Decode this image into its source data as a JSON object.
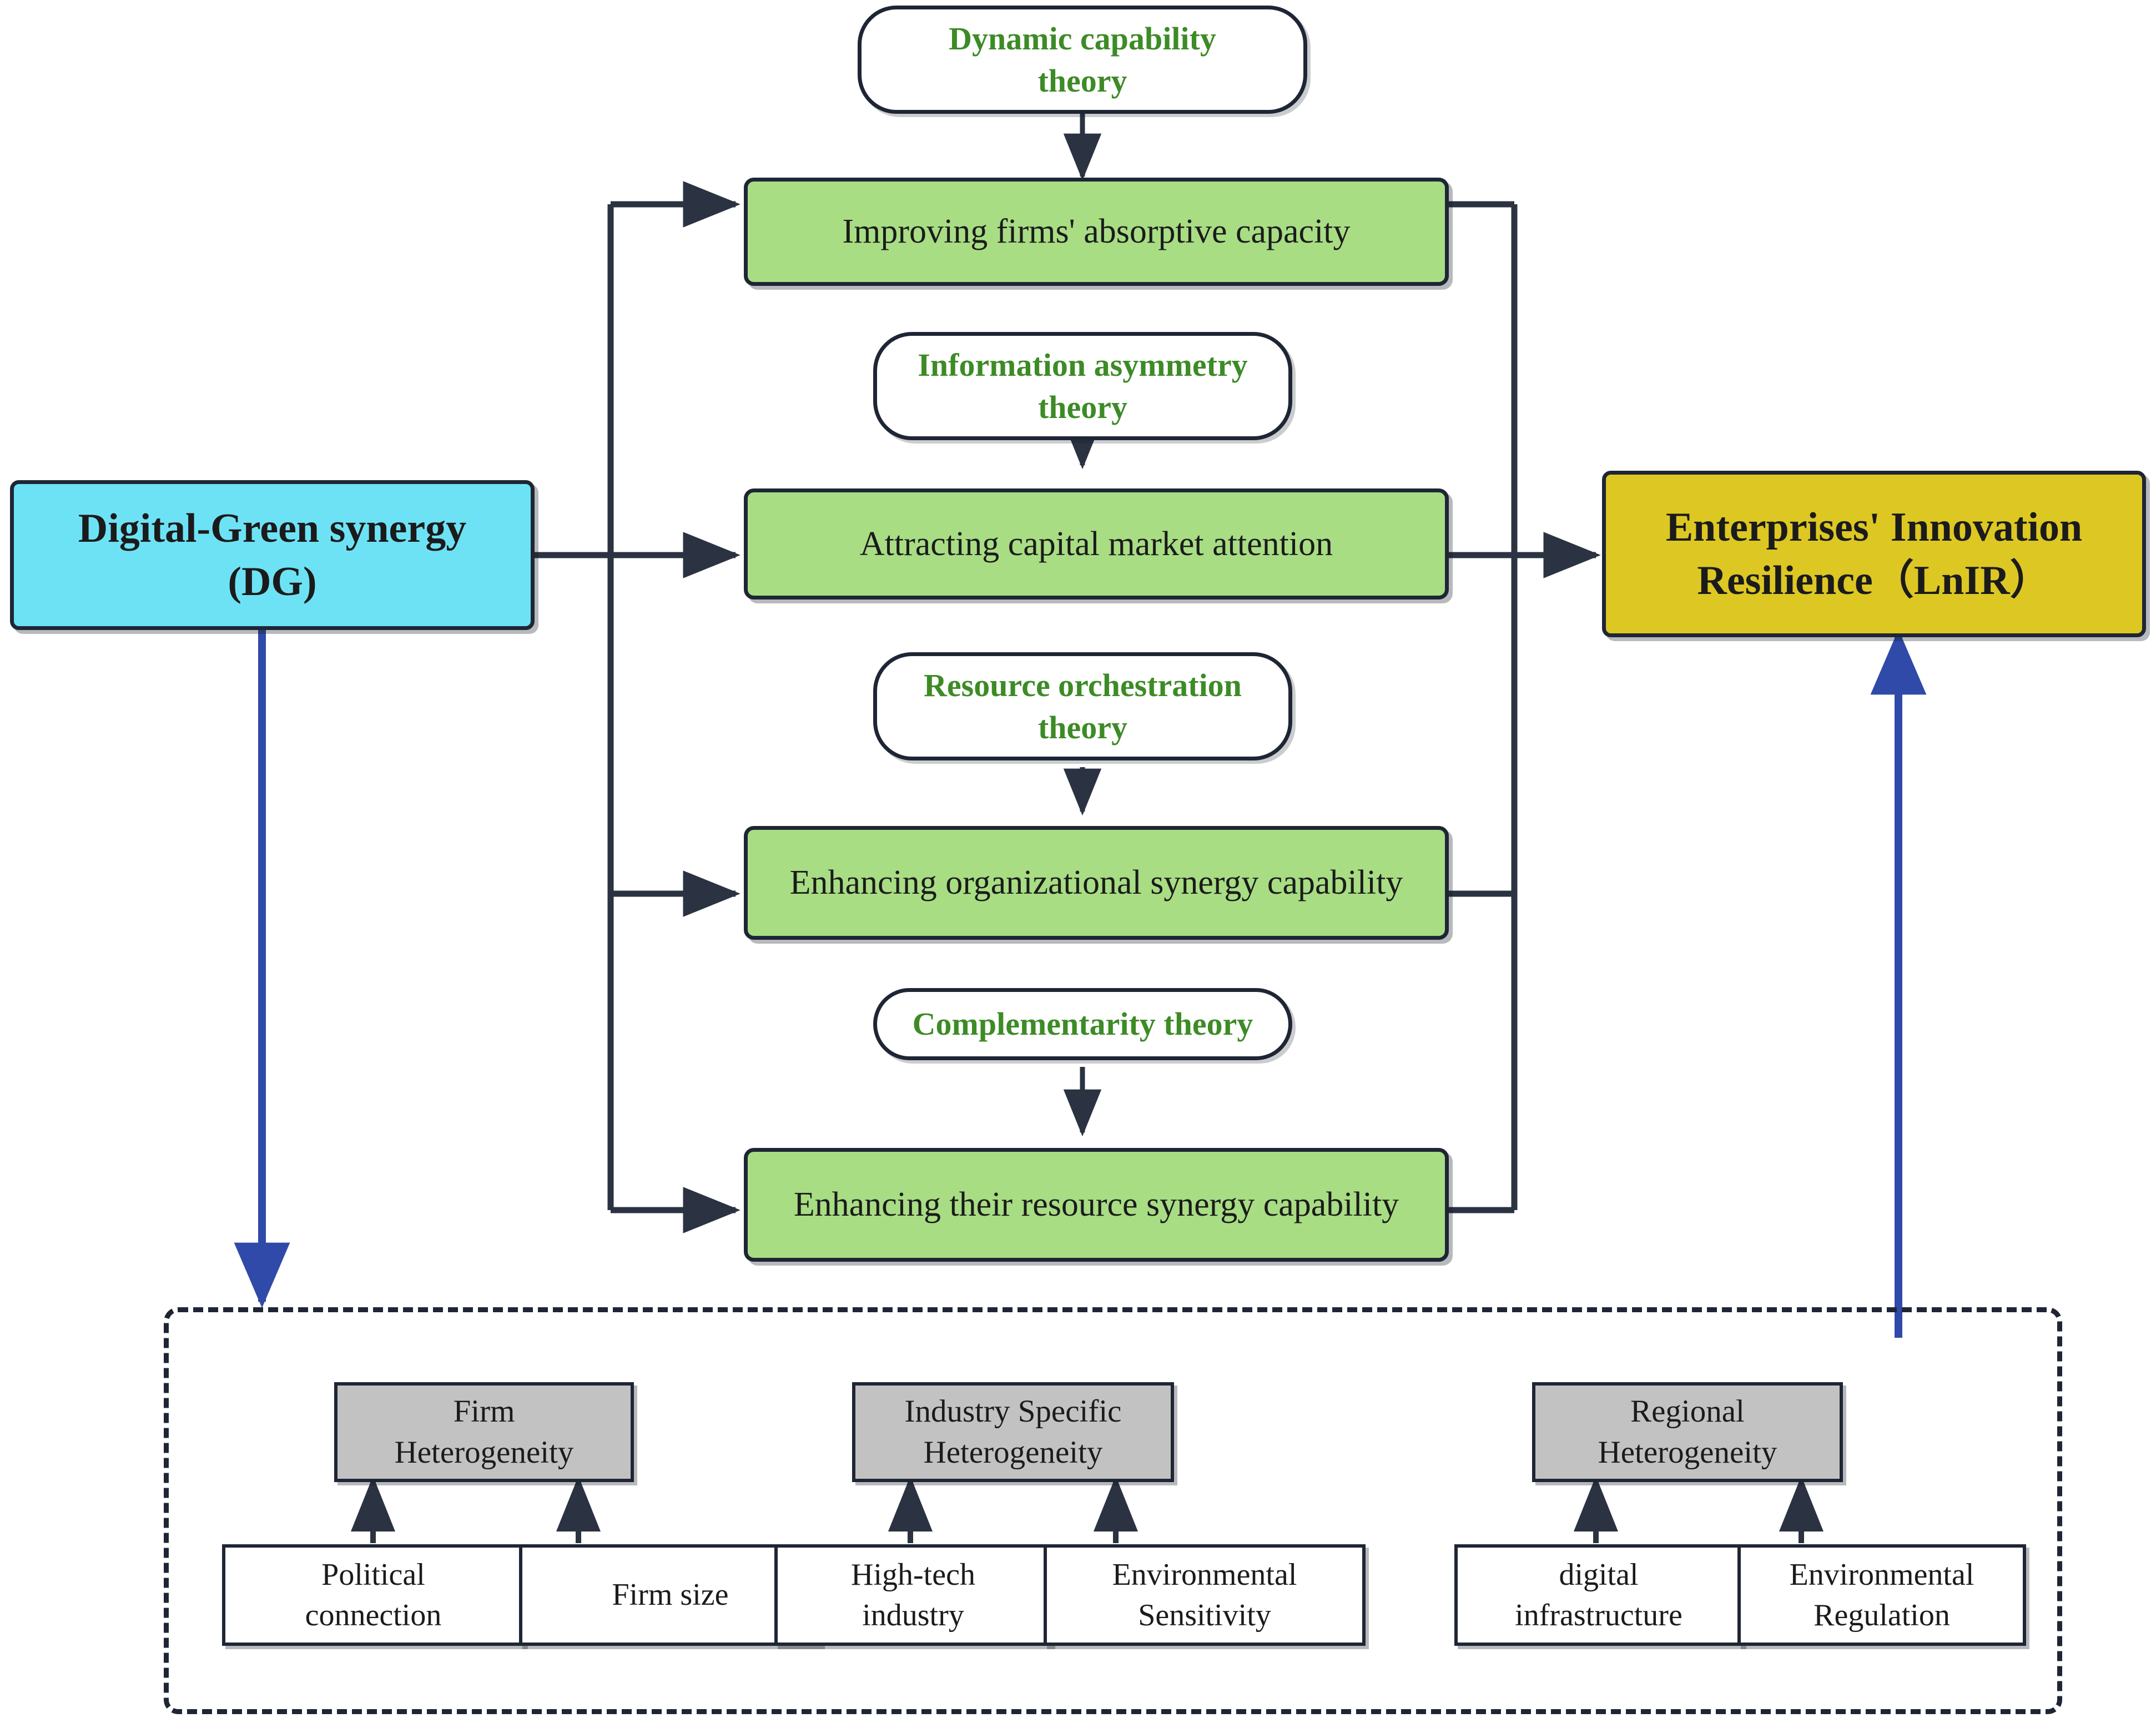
{
  "diagram": {
    "title": "Digital-Green synergy mechanism and heterogeneity framework",
    "colors": {
      "source_fill": "#6ee2f5",
      "outcome_fill": "#ddc723",
      "mechanism_fill": "#a8dd84",
      "theory_text": "#3d8b26",
      "theory_fill": "#ffffff",
      "category_fill": "#c2c2c2",
      "leaf_fill": "#ffffff",
      "stroke": "#1e2635",
      "blue_arrow": "#2f4aa8"
    },
    "source": {
      "label": "Digital-Green synergy\n(DG)",
      "name": "digital-green-synergy-box"
    },
    "outcome": {
      "label": "Enterprises' Innovation\nResilience（LnIR）",
      "name": "enterprises-innovation-resilience-box"
    },
    "theories": [
      {
        "label": "Dynamic capability\ntheory"
      },
      {
        "label": "Information asymmetry\ntheory"
      },
      {
        "label": "Resource orchestration\ntheory"
      },
      {
        "label": "Complementarity theory"
      }
    ],
    "mechanisms": [
      {
        "label": "Improving firms' absorptive capacity"
      },
      {
        "label": "Attracting capital market attention"
      },
      {
        "label": "Enhancing organizational synergy capability"
      },
      {
        "label": "Enhancing their resource synergy capability"
      }
    ],
    "heterogeneity": {
      "groups": [
        {
          "category": "Firm\nHeterogeneity",
          "items": [
            "Political\nconnection",
            "Firm size"
          ]
        },
        {
          "category": "Industry Specific\nHeterogeneity",
          "items": [
            "High-tech\nindustry",
            "Environmental\nSensitivity"
          ]
        },
        {
          "category": "Regional\nHeterogeneity",
          "items": [
            "digital\ninfrastructure",
            "Environmental\nRegulation"
          ]
        }
      ]
    }
  }
}
